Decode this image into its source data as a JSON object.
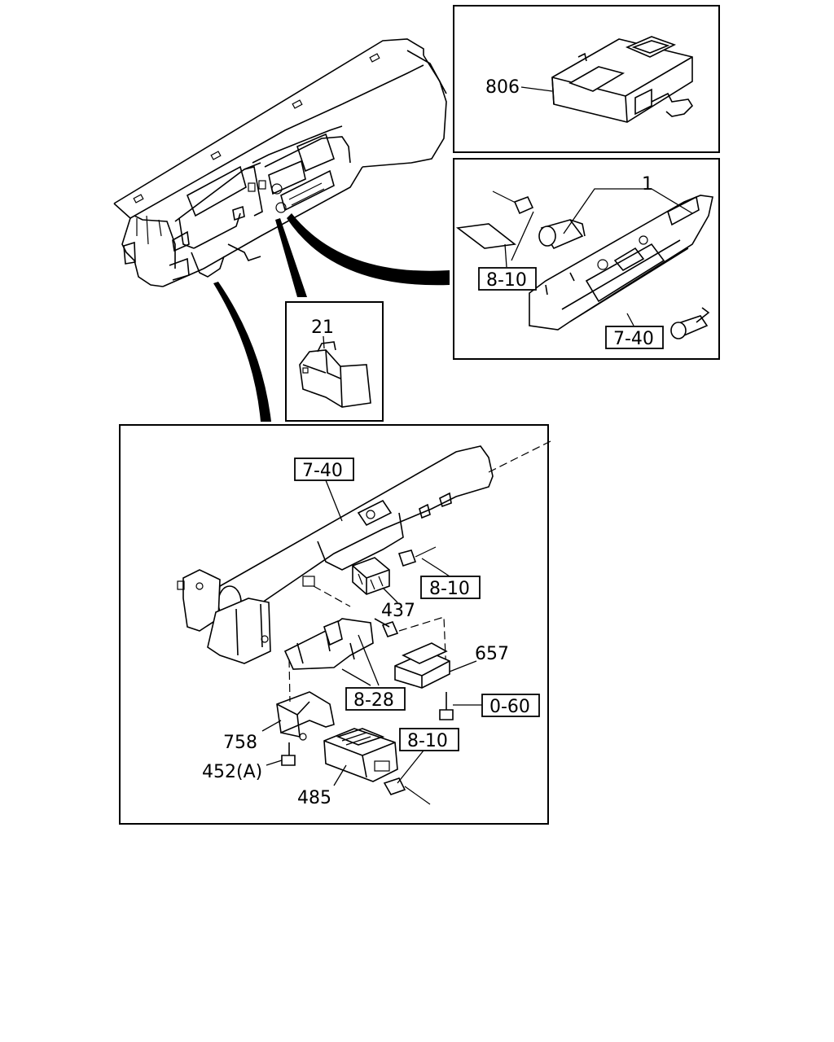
{
  "labels": {
    "p806": "806",
    "p1": "1",
    "p21": "21",
    "p437": "437",
    "p657": "657",
    "p758": "758",
    "p452": "452(A)",
    "p485": "485"
  },
  "refs": {
    "r810_top": "8-10",
    "r740_top": "7-40",
    "r740_main": "7-40",
    "r810_mid": "8-10",
    "r828": "8-28",
    "r060": "0-60",
    "r810_bottom": "8-10"
  }
}
